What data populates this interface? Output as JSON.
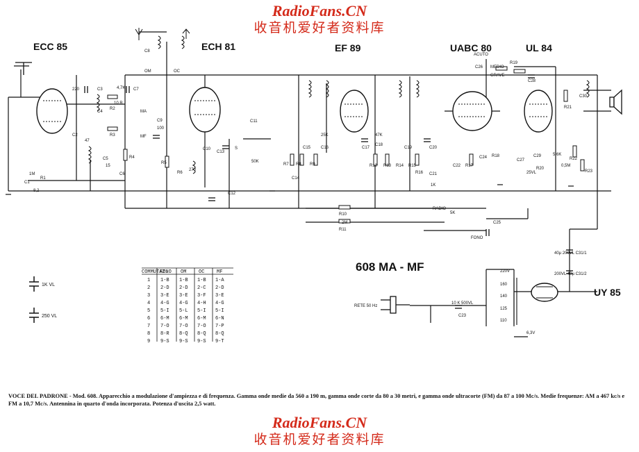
{
  "brand": {
    "site": "RadioFans.CN",
    "chinese": "收音机爱好者资料库"
  },
  "tubes": [
    "ECC 85",
    "ECH 81",
    "EF 89",
    "UABC 80",
    "UL 84",
    "UY 85"
  ],
  "model_label": "608 MA - MF",
  "legend": {
    "cap_1k": "1K VL",
    "cap_250": "250 VL"
  },
  "switch_table": {
    "headers": [
      "COMMUTAZ.",
      "FONO",
      "OM",
      "OC",
      "MF"
    ],
    "rows": [
      [
        "1",
        "1-B",
        "1-B",
        "1-B",
        "1-A"
      ],
      [
        "2",
        "2-D",
        "2-D",
        "2-C",
        "2-D"
      ],
      [
        "3",
        "3-E",
        "3-E",
        "3-F",
        "3-E"
      ],
      [
        "4",
        "4-G",
        "4-G",
        "4-H",
        "4-G"
      ],
      [
        "5",
        "5-I",
        "5-L",
        "5-I",
        "5-I"
      ],
      [
        "6",
        "6-M",
        "6-M",
        "6-M",
        "6-N"
      ],
      [
        "7",
        "7-O",
        "7-O",
        "7-O",
        "7-P"
      ],
      [
        "8",
        "8-R",
        "8-Q",
        "8-Q",
        "8-Q"
      ],
      [
        "9",
        "9-S",
        "9-S",
        "9-S",
        "9-T"
      ]
    ]
  },
  "power": {
    "mains": "RETE 50 Hz",
    "taps": [
      "220V",
      "160",
      "140",
      "125",
      "110"
    ],
    "cap": "10 K 500VL",
    "cap_ref": "C23",
    "filament": "6,3V",
    "filter_caps": [
      "40µ 200VL C31/1",
      "200VL 40µ C31/2"
    ]
  },
  "controls": {
    "tone": [
      "ACUTO",
      "MEDIO",
      "GRAVE"
    ],
    "selector": [
      "RADIO",
      "FONO"
    ],
    "modes": [
      "MA",
      "MF",
      "OM",
      "OC",
      "S"
    ]
  },
  "components": [
    "C1",
    "C2",
    "C3",
    "C4",
    "C5",
    "C6",
    "C7",
    "C8",
    "C9",
    "C10",
    "C11",
    "C12",
    "C13",
    "C14",
    "C15",
    "C16",
    "C17",
    "C18",
    "C19",
    "C20",
    "C21",
    "C22",
    "C24",
    "C25",
    "C26",
    "C27",
    "C28",
    "C29",
    "C30",
    "R1",
    "R2",
    "R3",
    "R4",
    "R5",
    "R6",
    "R7",
    "R8",
    "R9",
    "R10",
    "R11",
    "R12",
    "R13",
    "R14",
    "R15",
    "R16",
    "R17",
    "R18",
    "R19",
    "R20",
    "R21",
    "R22",
    "R23",
    "220",
    "47",
    "4,7K",
    "10 R",
    "15",
    "1M",
    "8,2",
    "100",
    "270",
    "25K",
    "50K",
    "5K",
    "47K",
    "5,6K",
    "1K",
    "2M",
    "0,5M",
    "25VL"
  ],
  "caption": "VOCE DEL PADRONE - Mod. 608. Apparecchio a modulazione d'ampiezza e di frequenza. Gamma onde medie da 560 a 190 m, gamma onde corte da 80 a 30 metri, e gamma onde ultracorte (FM) da 87 a 100 Mc/s. Medie frequenze: AM a 467 kc/s e FM a 10,7 Mc/s. Antennina in quarto d'onda incorporata. Potenza d'uscita 2,5 watt."
}
